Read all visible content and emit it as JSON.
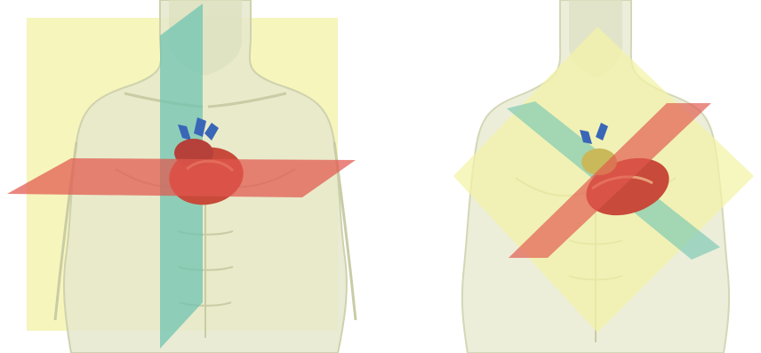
{
  "figure": {
    "panels": [
      {
        "id": "left",
        "view": "orthogonal-body-planes",
        "planes": [
          "coronal",
          "sagittal",
          "transverse"
        ]
      },
      {
        "id": "right",
        "view": "cardiac-oblique-planes",
        "planes": [
          "coronal",
          "sagittal",
          "transverse"
        ]
      }
    ]
  },
  "colors": {
    "skin": "#e6e8cc",
    "skin_shadow": "#cfd2ad",
    "coronal_plane": "#f3f2a6",
    "sagittal_plane": "#6fc4b2",
    "transverse_plane": "#e2584e",
    "heart_red": "#c84a3a",
    "heart_blue": "#3a66b8",
    "background": "#ffffff"
  }
}
